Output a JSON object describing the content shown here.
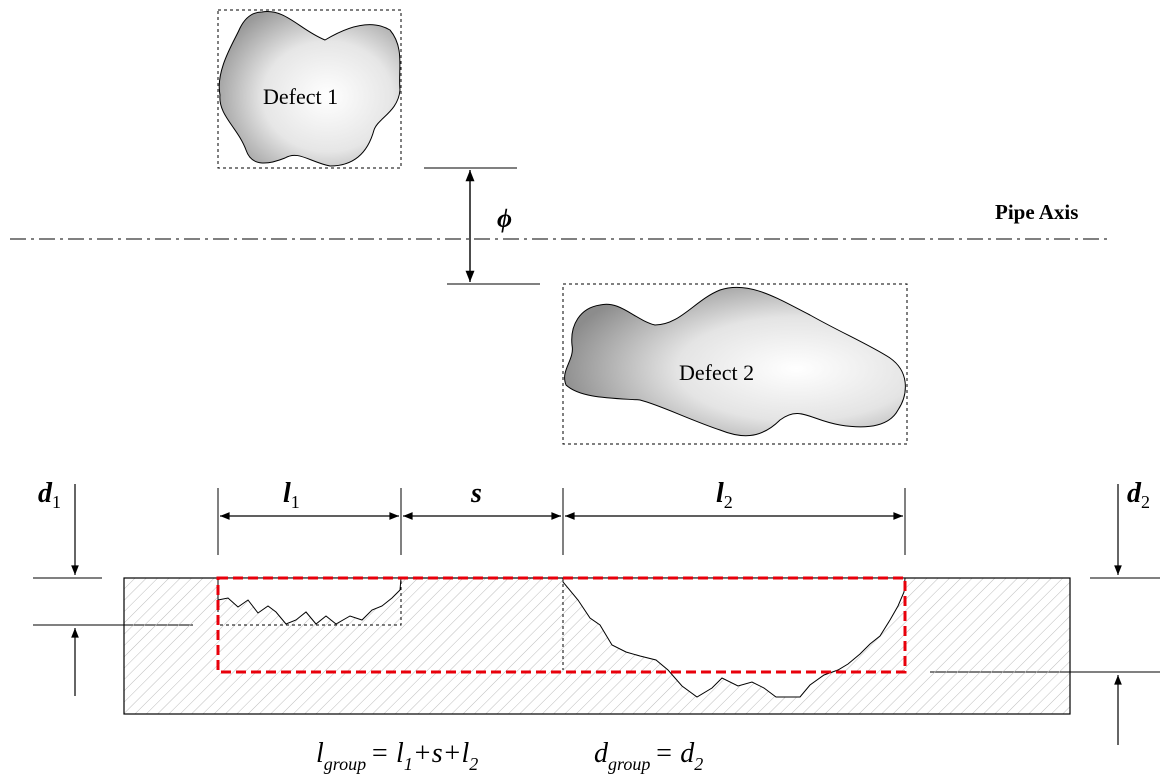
{
  "defect1": {
    "label": "Defect 1"
  },
  "defect2": {
    "label": "Defect 2"
  },
  "pipe_axis": {
    "label": "Pipe Axis"
  },
  "phi": {
    "symbol": "ϕ"
  },
  "dims": {
    "l1": {
      "main": "l",
      "sub": "1"
    },
    "s": {
      "main": "s"
    },
    "l2": {
      "main": "l",
      "sub": "2"
    },
    "d1": {
      "main": "d",
      "sub": "1"
    },
    "d2": {
      "main": "d",
      "sub": "2"
    }
  },
  "formulas": {
    "lgroup": {
      "lhs_main": "l",
      "lhs_sub": "group",
      "rhs": "= l1+s+l2",
      "rhs_parts": [
        "= ",
        "l",
        "1",
        "+s+",
        "l",
        "2"
      ]
    },
    "dgroup": {
      "lhs_main": "d",
      "lhs_sub": "group",
      "rhs_parts": [
        "= ",
        "d",
        "2"
      ]
    }
  },
  "colors": {
    "group_box": "#e8000b",
    "hatch": "#b4b4b4",
    "line": "#000000"
  }
}
